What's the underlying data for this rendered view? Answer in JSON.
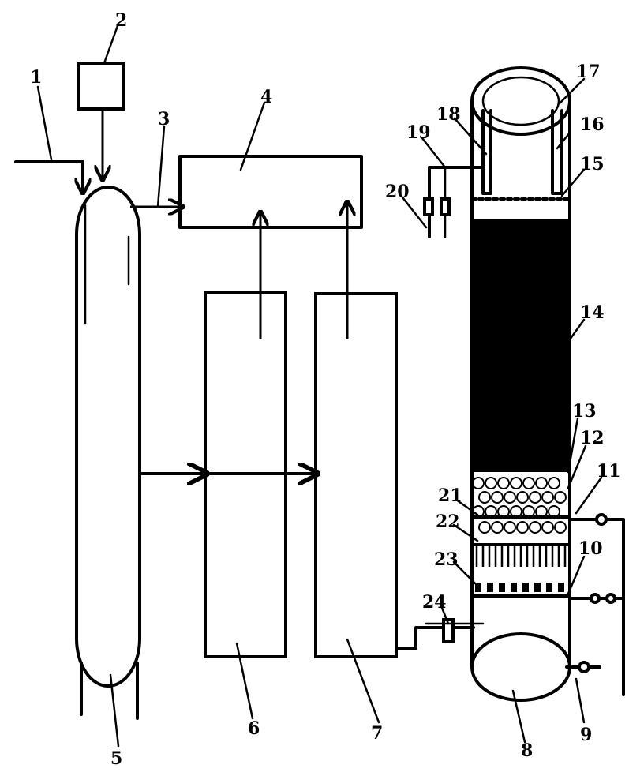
{
  "diagram": {
    "labels": {
      "n1": "1",
      "n2": "2",
      "n3": "3",
      "n4": "4",
      "n5": "5",
      "n6": "6",
      "n7": "7",
      "n8": "8",
      "n9": "9",
      "n10": "10",
      "n11": "11",
      "n12": "12",
      "n13": "13",
      "n14": "14",
      "n15": "15",
      "n16": "16",
      "n17": "17",
      "n18": "18",
      "n19": "19",
      "n20": "20",
      "n21": "21",
      "n22": "22",
      "n23": "23",
      "n24": "24"
    }
  }
}
